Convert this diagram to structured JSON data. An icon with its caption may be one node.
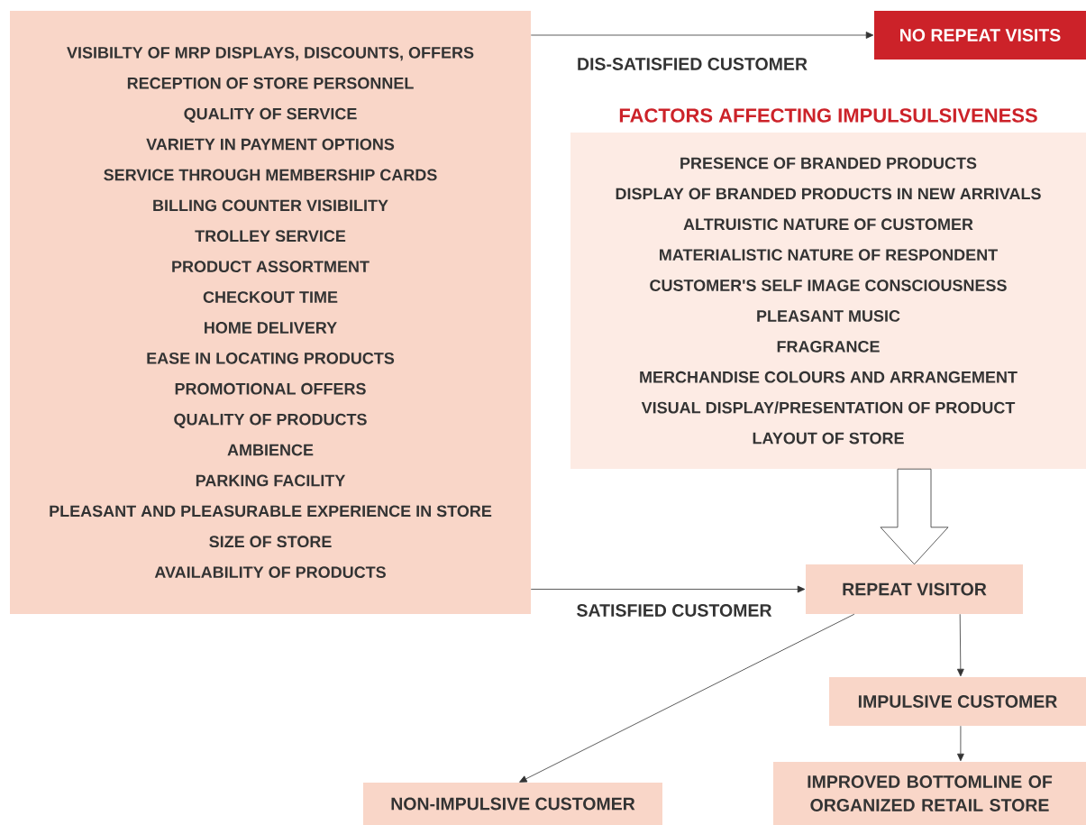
{
  "diagram": {
    "nodes": [
      {
        "text": [
          "VISIBILTY OF MRP DISPLAYS, DISCOUNTS, OFFERS",
          "RECEPTION OF STORE PERSONNEL",
          "QUALITY OF SERVICE",
          "VARIETY IN PAYMENT OPTIONS",
          "SERVICE THROUGH MEMBERSHIP CARDS",
          "BILLING COUNTER VISIBILITY",
          "TROLLEY SERVICE",
          "PRODUCT ASSORTMENT",
          "CHECKOUT TIME",
          "HOME DELIVERY",
          "EASE IN LOCATING PRODUCTS",
          "PROMOTIONAL OFFERS",
          "QUALITY OF PRODUCTS",
          "AMBIENCE",
          "PARKING FACILITY",
          "PLEASANT AND PLEASURABLE EXPERIENCE IN STORE",
          "SIZE OF STORE",
          "AVAILABILITY OF PRODUCTS"
        ]
      },
      {
        "text": [
          "NO REPEAT VISITS"
        ]
      },
      {
        "text": [
          "FACTORS AFFECTING IMPULSULSIVENESS",
          "PRESENCE OF BRANDED PRODUCTS",
          "DISPLAY OF BRANDED PRODUCTS IN NEW ARRIVALS",
          "ALTRUISTIC NATURE OF CUSTOMER",
          "MATERIALISTIC NATURE OF RESPONDENT",
          "CUSTOMER'S SELF IMAGE CONSCIOUSNESS",
          "PLEASANT MUSIC",
          "FRAGRANCE",
          "MERCHANDISE COLOURS AND ARRANGEMENT",
          "VISUAL DISPLAY/PRESENTATION OF PRODUCT",
          "LAYOUT OF STORE"
        ]
      },
      {
        "text": [
          "REPEAT VISITOR"
        ]
      },
      {
        "text": [
          "IMPULSIVE CUSTOMER"
        ]
      },
      {
        "text": [
          "NON-IMPULSIVE CUSTOMER"
        ]
      },
      {
        "text": [
          "IMPROVED BOTTOMLINE OF ORGANIZED RETAIL STORE"
        ]
      }
    ],
    "edges": [
      {
        "from": 0,
        "to": 1,
        "arrow": "to",
        "label": "DIS-SATISFIED CUSTOMER"
      },
      {
        "from": 0,
        "to": 3,
        "arrow": "to",
        "label": "SATISFIED CUSTOMER"
      },
      {
        "from": 2,
        "to": 3,
        "arrow": "to",
        "style": "thick"
      },
      {
        "from": 3,
        "to": 5,
        "arrow": "to"
      },
      {
        "from": 3,
        "to": 4,
        "arrow": "to"
      },
      {
        "from": 4,
        "to": 6,
        "arrow": "to"
      }
    ]
  }
}
